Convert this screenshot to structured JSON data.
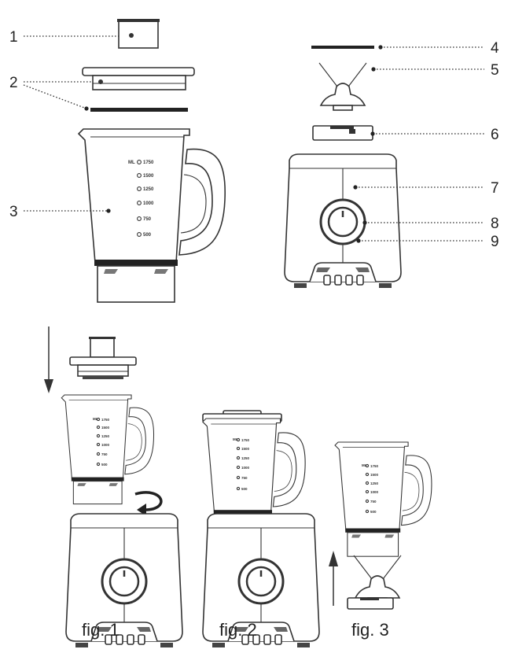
{
  "callouts": [
    "1",
    "2",
    "3",
    "4",
    "5",
    "6",
    "7",
    "8",
    "9"
  ],
  "jug_scale": {
    "unit": "ML",
    "marks": [
      "1750",
      "1500",
      "1250",
      "1000",
      "750",
      "500"
    ]
  },
  "figures": [
    {
      "caption": "fig. 1"
    },
    {
      "caption": "fig. 2"
    },
    {
      "caption": "fig. 3"
    }
  ]
}
